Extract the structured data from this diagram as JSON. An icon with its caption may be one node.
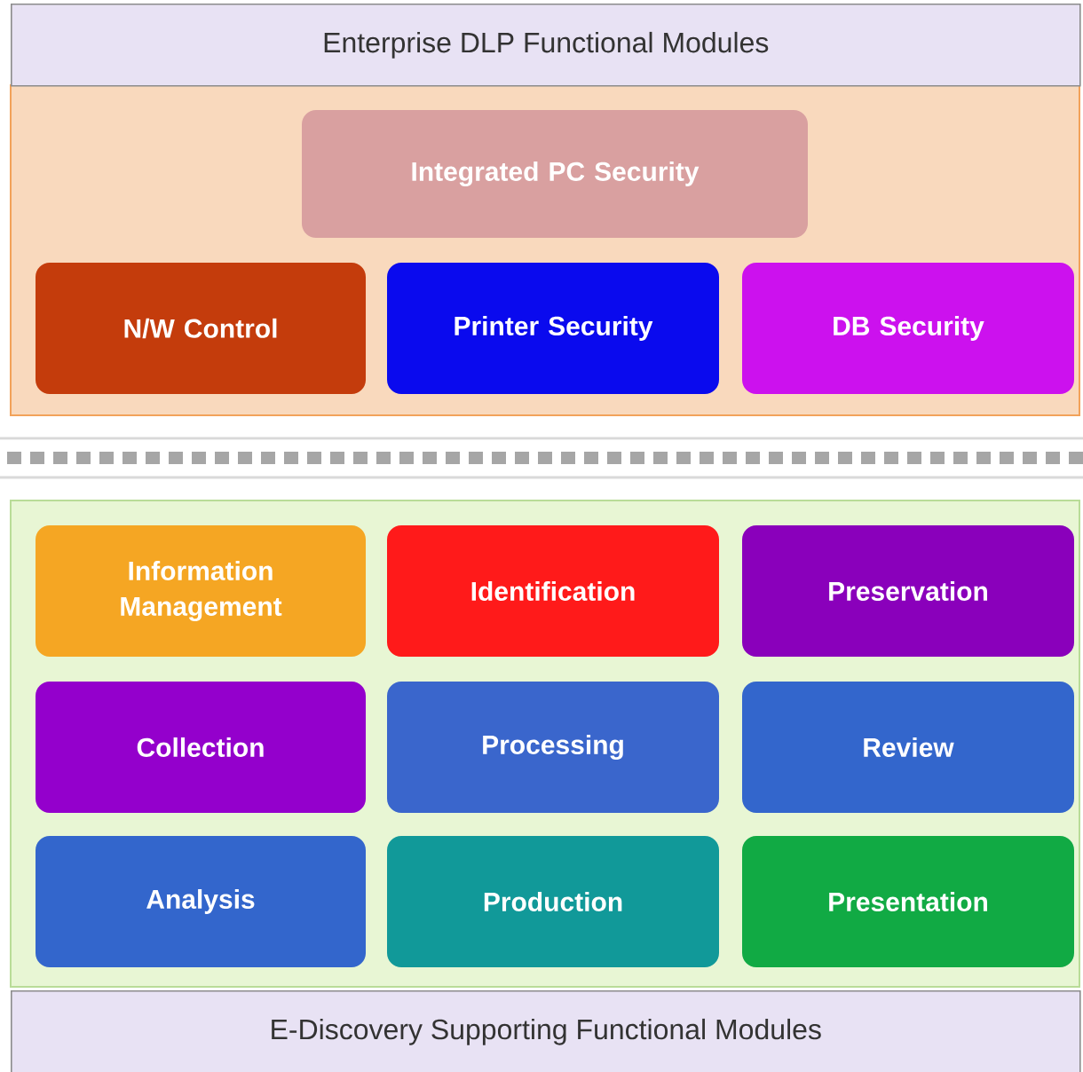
{
  "diagram": {
    "nodes": [
      {
        "text": [
          "Enterprise DLP Functional Modules"
        ]
      },
      {
        "text": [
          "Integrated PC Security"
        ],
        "in": 0
      },
      {
        "text": [
          "N/W Control"
        ],
        "in": 0
      },
      {
        "text": [
          "Printer Security"
        ],
        "in": 0
      },
      {
        "text": [
          "DB Security"
        ],
        "in": 0
      },
      {
        "text": [
          "E-Discovery Supporting Functional Modules"
        ]
      },
      {
        "text": [
          "Information Management"
        ],
        "in": 5
      },
      {
        "text": [
          "Identification"
        ],
        "in": 5
      },
      {
        "text": [
          "Preservation"
        ],
        "in": 5
      },
      {
        "text": [
          "Collection"
        ],
        "in": 5
      },
      {
        "text": [
          "Processing"
        ],
        "in": 5
      },
      {
        "text": [
          "Review"
        ],
        "in": 5
      },
      {
        "text": [
          "Analysis"
        ],
        "in": 5
      },
      {
        "text": [
          "Production"
        ],
        "in": 5
      },
      {
        "text": [
          "Presentation"
        ],
        "in": 5
      }
    ]
  }
}
